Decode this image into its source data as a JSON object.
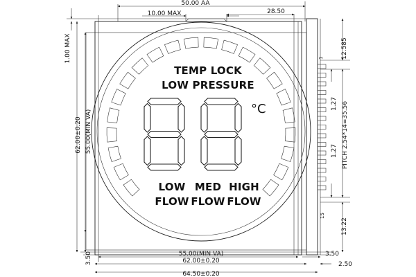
{
  "dimensions": {
    "top_width": "50.00 AA",
    "digit_area": "10.00 MAX",
    "right_offset": "28.50",
    "top_margin": "1.00 MAX",
    "total_height": "62.00±0.20",
    "view_height": "55.00(MIN VA)",
    "bottom_margin": "3.50",
    "bottom_view_width": "55.00(MIN VA)",
    "bottom_right_margin": "3.50",
    "body_width": "62.00±0.20",
    "overall_width": "64.50±0.20",
    "pin_offset": "2.50",
    "pin_top": "12.585",
    "pin_spacing_top": "1.27",
    "pin_spacing_bottom": "1.27",
    "pitch": "PITCH 2.54*14=35.56",
    "pin_bottom": "13.22"
  },
  "pins": {
    "first": "1",
    "last": "15"
  },
  "lcd": {
    "line1": "TEMP LOCK",
    "line2": "LOW PRESSURE",
    "unit": "°C",
    "flow_low_1": "LOW",
    "flow_low_2": "FLOW",
    "flow_med_1": "MED",
    "flow_med_2": "FLOW",
    "flow_high_1": "HIGH",
    "flow_high_2": "FLOW"
  }
}
